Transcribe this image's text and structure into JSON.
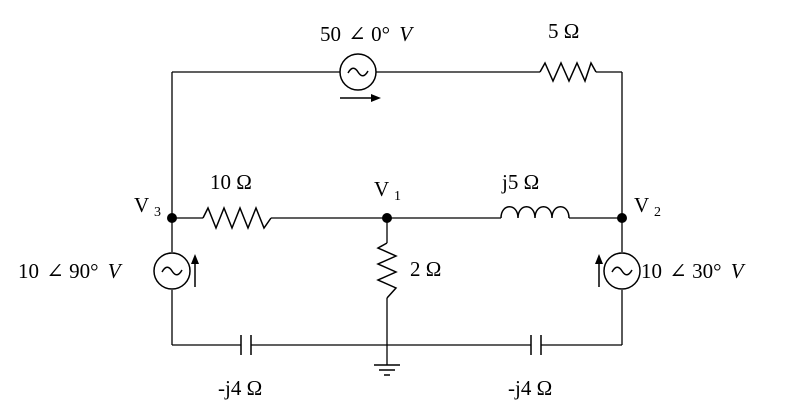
{
  "circuit": {
    "sources": {
      "top": {
        "magnitude": "50",
        "angle": "0°",
        "unit": "V"
      },
      "left": {
        "magnitude": "10",
        "angle": "90°",
        "unit": "V"
      },
      "right": {
        "magnitude": "10",
        "angle": "30°",
        "unit": "V"
      }
    },
    "resistors": {
      "top": "5 Ω",
      "middle_left": "10 Ω",
      "center": "2 Ω"
    },
    "inductor": "j5 Ω",
    "capacitors": {
      "left": "-j4 Ω",
      "right": "-j4 Ω"
    },
    "nodes": {
      "v1": {
        "base": "V",
        "sub": "1"
      },
      "v2": {
        "base": "V",
        "sub": "2"
      },
      "v3": {
        "base": "V",
        "sub": "3"
      }
    }
  }
}
